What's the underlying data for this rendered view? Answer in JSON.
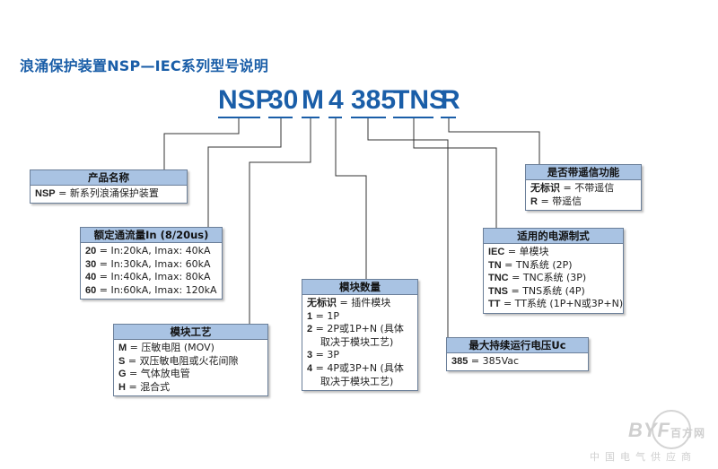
{
  "title": "浪涌保护装置NSP—IEC系列型号说明",
  "model_code": [
    "NSP",
    "30",
    "M",
    "4",
    "385",
    "TNS",
    "R"
  ],
  "boxes": {
    "product": {
      "header": "产品名称",
      "lines": [
        {
          "code": "NSP",
          "text": " = 新系列浪涌保护装置"
        }
      ]
    },
    "current": {
      "header": "额定通流量In (8/20us)",
      "lines": [
        {
          "code": "20",
          "text": " = In:20kA, Imax: 40kA"
        },
        {
          "code": "30",
          "text": " = In:30kA, Imax: 60kA"
        },
        {
          "code": "40",
          "text": " = In:40kA, Imax: 80kA"
        },
        {
          "code": "60",
          "text": " = In:60kA, Imax: 120kA"
        }
      ]
    },
    "process": {
      "header": "模块工艺",
      "lines": [
        {
          "code": "M",
          "text": " = 压敏电阻 (MOV)"
        },
        {
          "code": "S",
          "text": " = 双压敏电阻或火花间隙"
        },
        {
          "code": "G",
          "text": " = 气体放电管"
        },
        {
          "code": "H",
          "text": " = 混合式"
        }
      ]
    },
    "modules": {
      "header": "模块数量",
      "lines": [
        {
          "code": "无标识",
          "text": " = 插件模块"
        },
        {
          "code": "1",
          "text": " = 1P"
        },
        {
          "code": "2",
          "text": " = 2P或1P+N (具体"
        },
        {
          "code": "",
          "text": "取决于模块工艺)"
        },
        {
          "code": "3",
          "text": " = 3P"
        },
        {
          "code": "4",
          "text": " = 4P或3P+N (具体"
        },
        {
          "code": "",
          "text": "取决于模块工艺)"
        }
      ]
    },
    "voltage": {
      "header": "最大持续运行电压Uc",
      "lines": [
        {
          "code": "385",
          "text": " = 385Vac"
        }
      ]
    },
    "grid": {
      "header": "适用的电源制式",
      "lines": [
        {
          "code": "IEC",
          "text": " = 单模块"
        },
        {
          "code": "TN",
          "text": " = TN系统 (2P)"
        },
        {
          "code": "TNC",
          "text": " = TNC系统 (3P)"
        },
        {
          "code": "TNS",
          "text": " = TNS系统 (4P)"
        },
        {
          "code": "TT",
          "text": " = TT系统 (1P+N或3P+N)"
        }
      ]
    },
    "signal": {
      "header": "是否带遥信功能",
      "lines": [
        {
          "code": "无标识",
          "text": " = 不带遥信"
        },
        {
          "code": "R",
          "text": " = 带遥信"
        }
      ]
    }
  },
  "watermark": {
    "brand": "BYF",
    "brand_cn": "百方网",
    "sub": "中国电气供应商"
  },
  "colors": {
    "accent": "#1a5ea8",
    "header_fill": "#a9c3e3",
    "line": "#333333"
  }
}
